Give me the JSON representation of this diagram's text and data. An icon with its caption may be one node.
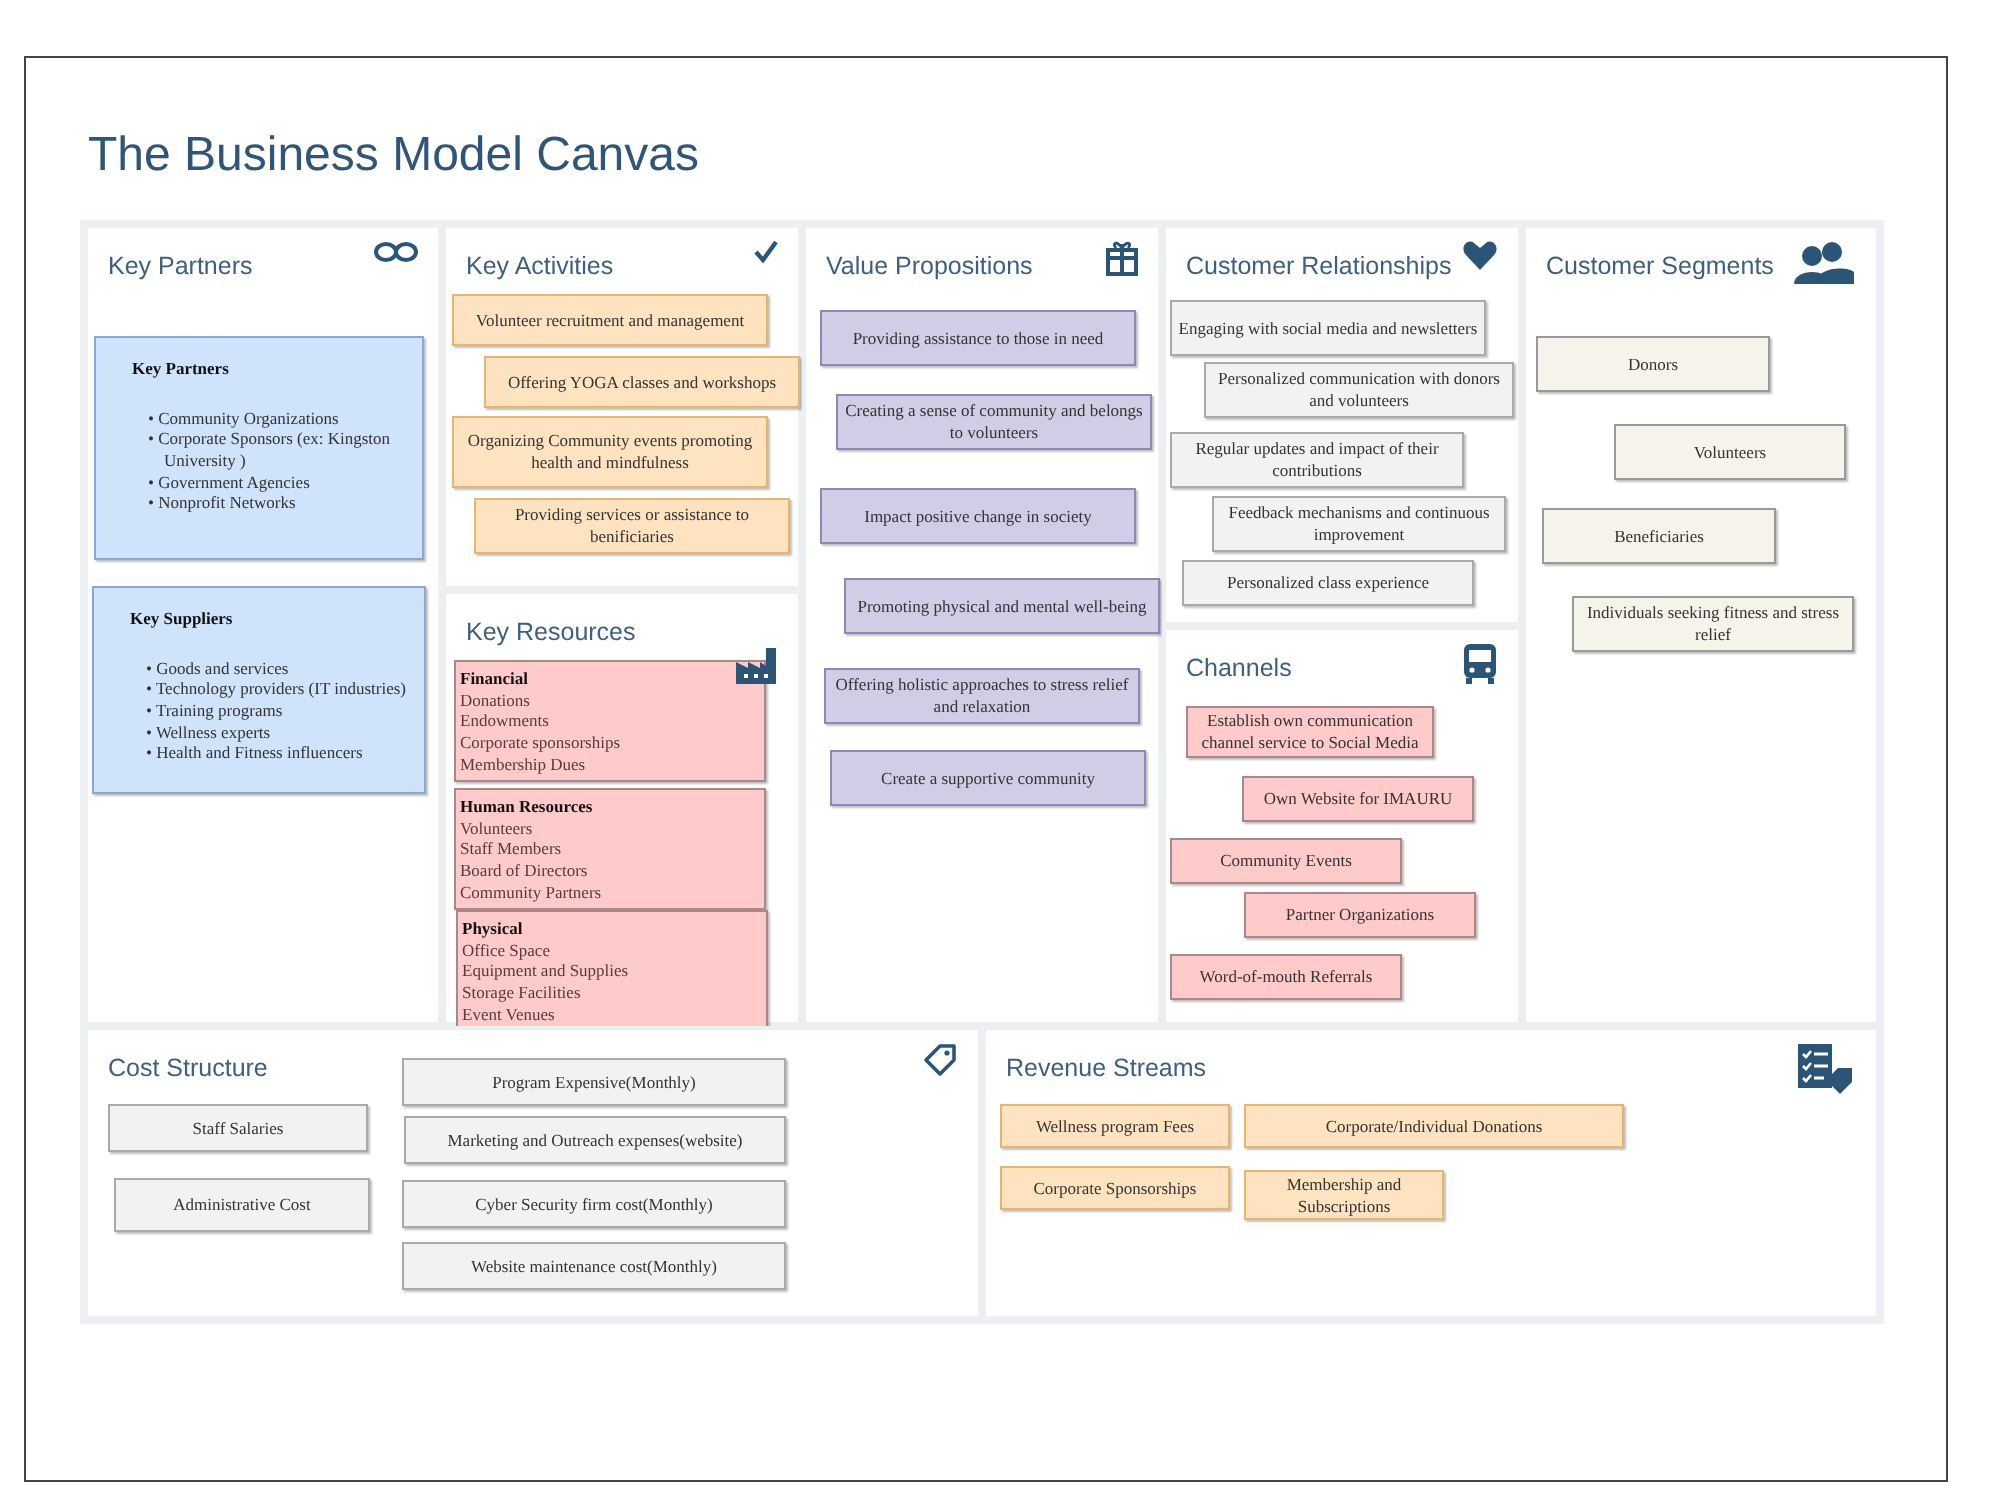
{
  "diagram": {
    "title": "The Business Model Canvas",
    "nodes": [
      {
        "text": [
          "Key Partners"
        ]
      },
      {
        "text": [
          "Key Partners",
          "• Community Organizations",
          "• Corporate Sponsors (ex: Kingston University )",
          "• Government Agencies",
          "• Nonprofit Networks"
        ],
        "in": 0
      },
      {
        "text": [
          "Key Suppliers",
          "• Goods and services",
          "• Technology providers (IT industries)",
          "• Training programs",
          "• Wellness experts",
          "• Health and Fitness influencers"
        ],
        "in": 0
      },
      {
        "text": [
          "Key Activities"
        ]
      },
      {
        "text": [
          "Volunteer recruitment and management"
        ],
        "in": 3
      },
      {
        "text": [
          "Offering YOGA classes and workshops"
        ],
        "in": 3
      },
      {
        "text": [
          "Organizing Community events promoting health and mindfulness"
        ],
        "in": 3
      },
      {
        "text": [
          "Providing services or assistance to benificiaries"
        ],
        "in": 3
      },
      {
        "text": [
          "Key Resources"
        ]
      },
      {
        "text": [
          "Financial",
          "Donations",
          "Endowments",
          "Corporate sponsorships",
          "Membership Dues"
        ],
        "in": 8
      },
      {
        "text": [
          "Human Resources",
          "Volunteers",
          "Staff Members",
          "Board of Directors",
          "Community Partners"
        ],
        "in": 8
      },
      {
        "text": [
          "Physical",
          "Office Space",
          "Equipment and Supplies",
          "Storage Facilities",
          "Event Venues"
        ],
        "in": 8
      },
      {
        "text": [
          "Value Propositions"
        ]
      },
      {
        "text": [
          "Providing assistance to those in need"
        ],
        "in": 12
      },
      {
        "text": [
          "Creating a sense of community and belongs to volunteers"
        ],
        "in": 12
      },
      {
        "text": [
          "Impact positive change in society"
        ],
        "in": 12
      },
      {
        "text": [
          "Promoting physical and mental well-being"
        ],
        "in": 12
      },
      {
        "text": [
          "Offering holistic approaches to stress relief and relaxation"
        ],
        "in": 12
      },
      {
        "text": [
          "Create a supportive community"
        ],
        "in": 12
      },
      {
        "text": [
          "Customer Relationships"
        ]
      },
      {
        "text": [
          "Engaging with social media and newsletters"
        ],
        "in": 19
      },
      {
        "text": [
          "Personalized communication with donors and volunteers"
        ],
        "in": 19
      },
      {
        "text": [
          "Regular updates and impact of their contributions"
        ],
        "in": 19
      },
      {
        "text": [
          "Feedback mechanisms and continuous improvement"
        ],
        "in": 19
      },
      {
        "text": [
          "Personalized class experience"
        ],
        "in": 19
      },
      {
        "text": [
          "Channels"
        ]
      },
      {
        "text": [
          "Establish own communication channel service to Social Media"
        ],
        "in": 25
      },
      {
        "text": [
          "Own Website for IMAURU"
        ],
        "in": 25
      },
      {
        "text": [
          "Community Events"
        ],
        "in": 25
      },
      {
        "text": [
          "Partner Organizations"
        ],
        "in": 25
      },
      {
        "text": [
          "Word-of-mouth Referrals"
        ],
        "in": 25
      },
      {
        "text": [
          "Customer Segments"
        ]
      },
      {
        "text": [
          "Donors"
        ],
        "in": 31
      },
      {
        "text": [
          "Volunteers"
        ],
        "in": 31
      },
      {
        "text": [
          "Beneficiaries"
        ],
        "in": 31
      },
      {
        "text": [
          "Individuals seeking fitness and stress relief"
        ],
        "in": 31
      },
      {
        "text": [
          "Cost Structure"
        ]
      },
      {
        "text": [
          "Staff Salaries"
        ],
        "in": 36
      },
      {
        "text": [
          "Administrative Cost"
        ],
        "in": 36
      },
      {
        "text": [
          "Program Expensive(Monthly)"
        ],
        "in": 36
      },
      {
        "text": [
          "Marketing and Outreach expenses(website)"
        ],
        "in": 36
      },
      {
        "text": [
          "Cyber Security firm cost(Monthly)"
        ],
        "in": 36
      },
      {
        "text": [
          "Website maintenance cost(Monthly)"
        ],
        "in": 36
      },
      {
        "text": [
          "Revenue Streams"
        ]
      },
      {
        "text": [
          "Wellness program Fees"
        ],
        "in": 43
      },
      {
        "text": [
          "Corporate/Individual Donations"
        ],
        "in": 43
      },
      {
        "text": [
          "Corporate Sponsorships"
        ],
        "in": 43
      },
      {
        "text": [
          "Membership and Subscriptions"
        ],
        "in": 43
      }
    ],
    "edges": []
  }
}
